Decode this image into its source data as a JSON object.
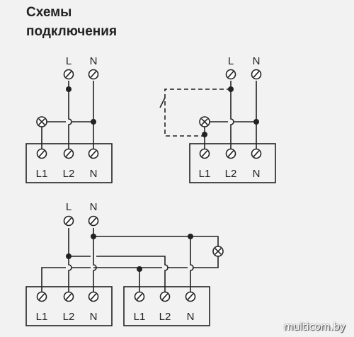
{
  "header": {
    "title": "Схемы\nподключения"
  },
  "labels": {
    "l": "L",
    "n": "N",
    "l1": "L1",
    "l2": "L2"
  },
  "watermark": "multicom.by"
}
